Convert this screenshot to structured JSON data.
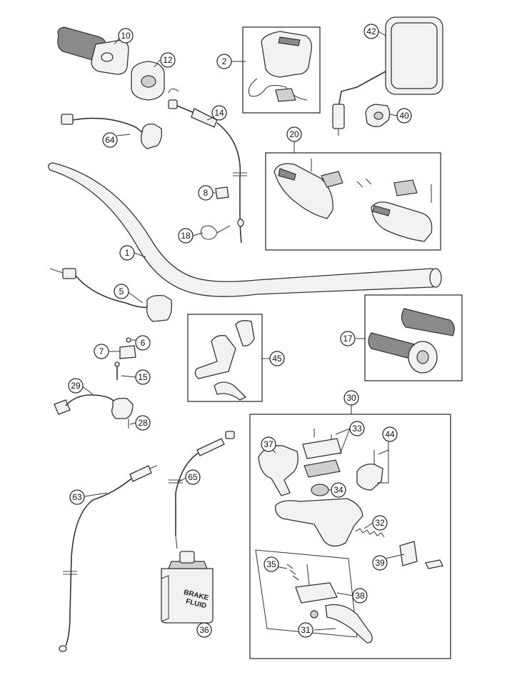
{
  "callouts": {
    "c1": "1",
    "c2": "2",
    "c5": "5",
    "c6": "6",
    "c7": "7",
    "c8": "8",
    "c10": "10",
    "c12": "12",
    "c14": "14",
    "c15": "15",
    "c17": "17",
    "c18": "18",
    "c20": "20",
    "c28": "28",
    "c29": "29",
    "c30": "30",
    "c31": "31",
    "c32": "32",
    "c33": "33",
    "c34": "34",
    "c35": "35",
    "c36": "36",
    "c37": "37",
    "c38": "38",
    "c39": "39",
    "c40": "40",
    "c42": "42",
    "c44": "44",
    "c45": "45",
    "c63": "63",
    "c64": "64",
    "c65": "65"
  },
  "bottle_label": {
    "line1": "BRAKE",
    "line2": "FLUID"
  },
  "colors": {
    "line": "#333333",
    "fill": "#f2f2f2",
    "background": "#ffffff"
  }
}
